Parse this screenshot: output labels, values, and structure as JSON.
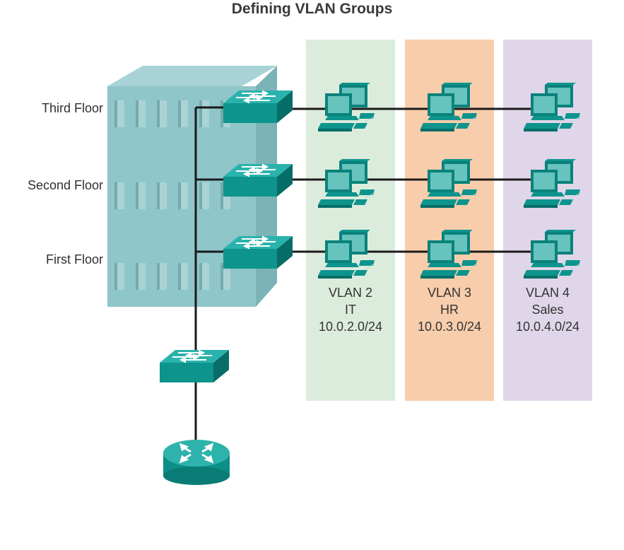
{
  "title": "Defining VLAN Groups",
  "floors": [
    "Third Floor",
    "Second Floor",
    "First Floor"
  ],
  "vlans": [
    {
      "id": "VLAN 2",
      "name": "IT",
      "subnet": "10.0.2.0/24",
      "color": "#dcecdc"
    },
    {
      "id": "VLAN 3",
      "name": "HR",
      "subnet": "10.0.3.0/24",
      "color": "#f8cdab"
    },
    {
      "id": "VLAN 4",
      "name": "Sales",
      "subnet": "10.0.4.0/24",
      "color": "#e0d6e9"
    }
  ],
  "colors": {
    "device_teal": "#0e9a93",
    "device_dark": "#086e6a",
    "building": "#8fc6c9",
    "link": "#1a1a1a"
  },
  "icons": [
    "building-icon",
    "switch-icon",
    "pc-icon",
    "router-icon"
  ]
}
